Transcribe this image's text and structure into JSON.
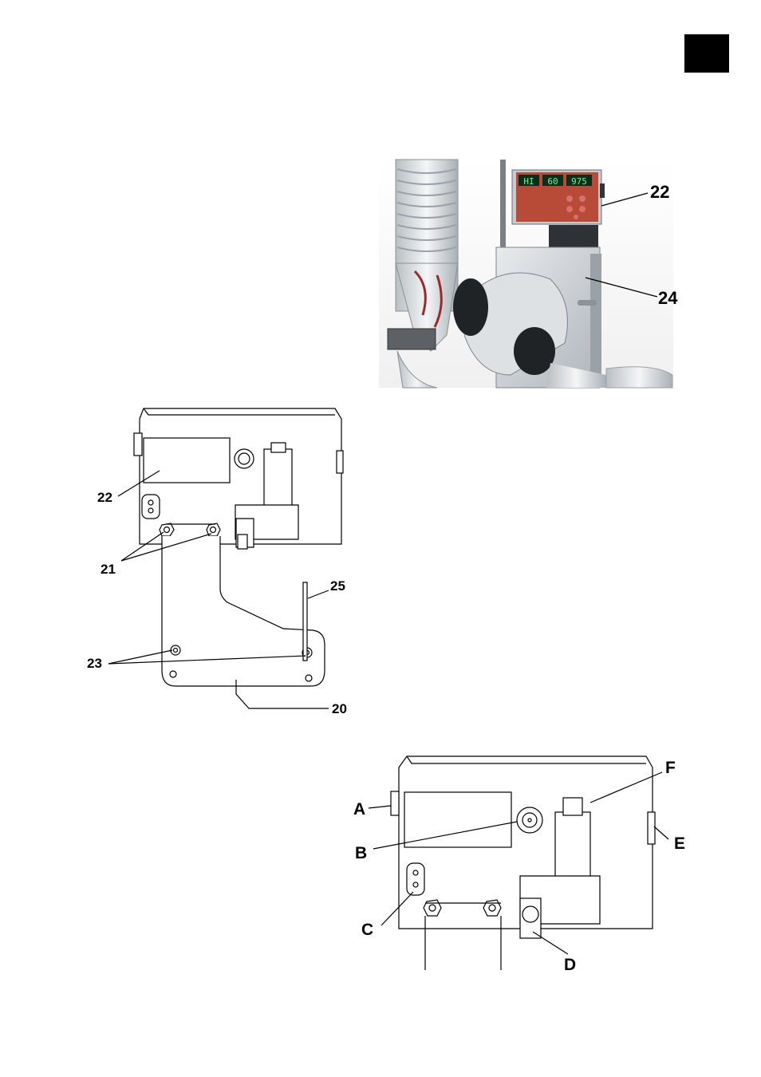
{
  "photo": {
    "display": {
      "mode": "HI",
      "speed": "60",
      "pressure": "975"
    },
    "callouts": [
      "22",
      "24"
    ]
  },
  "figure_mount": {
    "callouts": [
      "22",
      "21",
      "25",
      "23",
      "20"
    ]
  },
  "figure_connectors": {
    "callouts": [
      "A",
      "B",
      "C",
      "D",
      "E",
      "F"
    ]
  }
}
